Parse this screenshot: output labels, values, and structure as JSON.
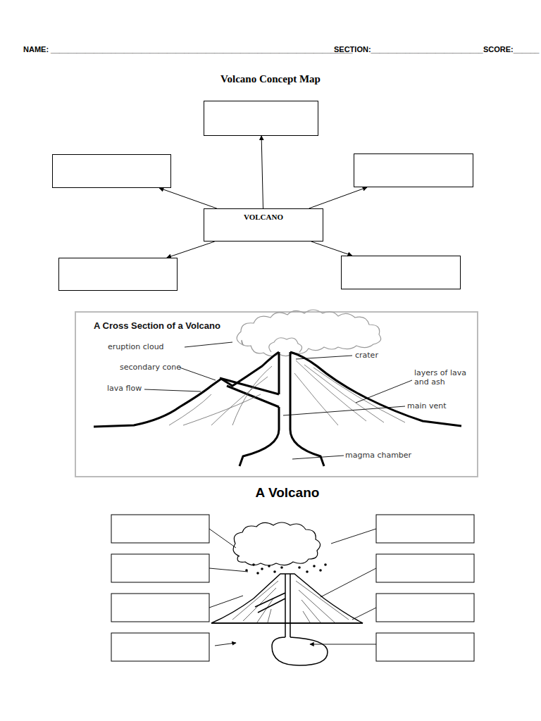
{
  "diagram": {
    "title": "Volcano Concept Map",
    "nodes": [
      {
        "text": []
      },
      {
        "text": []
      },
      {
        "text": []
      },
      {
        "text": [
          "VOLCANO"
        ]
      },
      {
        "text": []
      },
      {
        "text": []
      }
    ],
    "edges": [
      {
        "from": 3,
        "to": 0,
        "arrow": "to"
      },
      {
        "from": 3,
        "to": 1,
        "arrow": "to"
      },
      {
        "from": 3,
        "to": 2,
        "arrow": "to"
      },
      {
        "from": 3,
        "to": 4,
        "arrow": "to"
      },
      {
        "from": 3,
        "to": 5,
        "arrow": "to"
      }
    ],
    "labels": [
      "NAME: ______________________________________________________________________",
      "SECTION:__________________________",
      "SCORE:______",
      "A Cross Section of a Volcano",
      "eruption cloud",
      "crater",
      "secondary cone",
      "layers of lava and ash",
      "lava flow",
      "main vent",
      "magma chamber",
      "A Volcano"
    ]
  }
}
